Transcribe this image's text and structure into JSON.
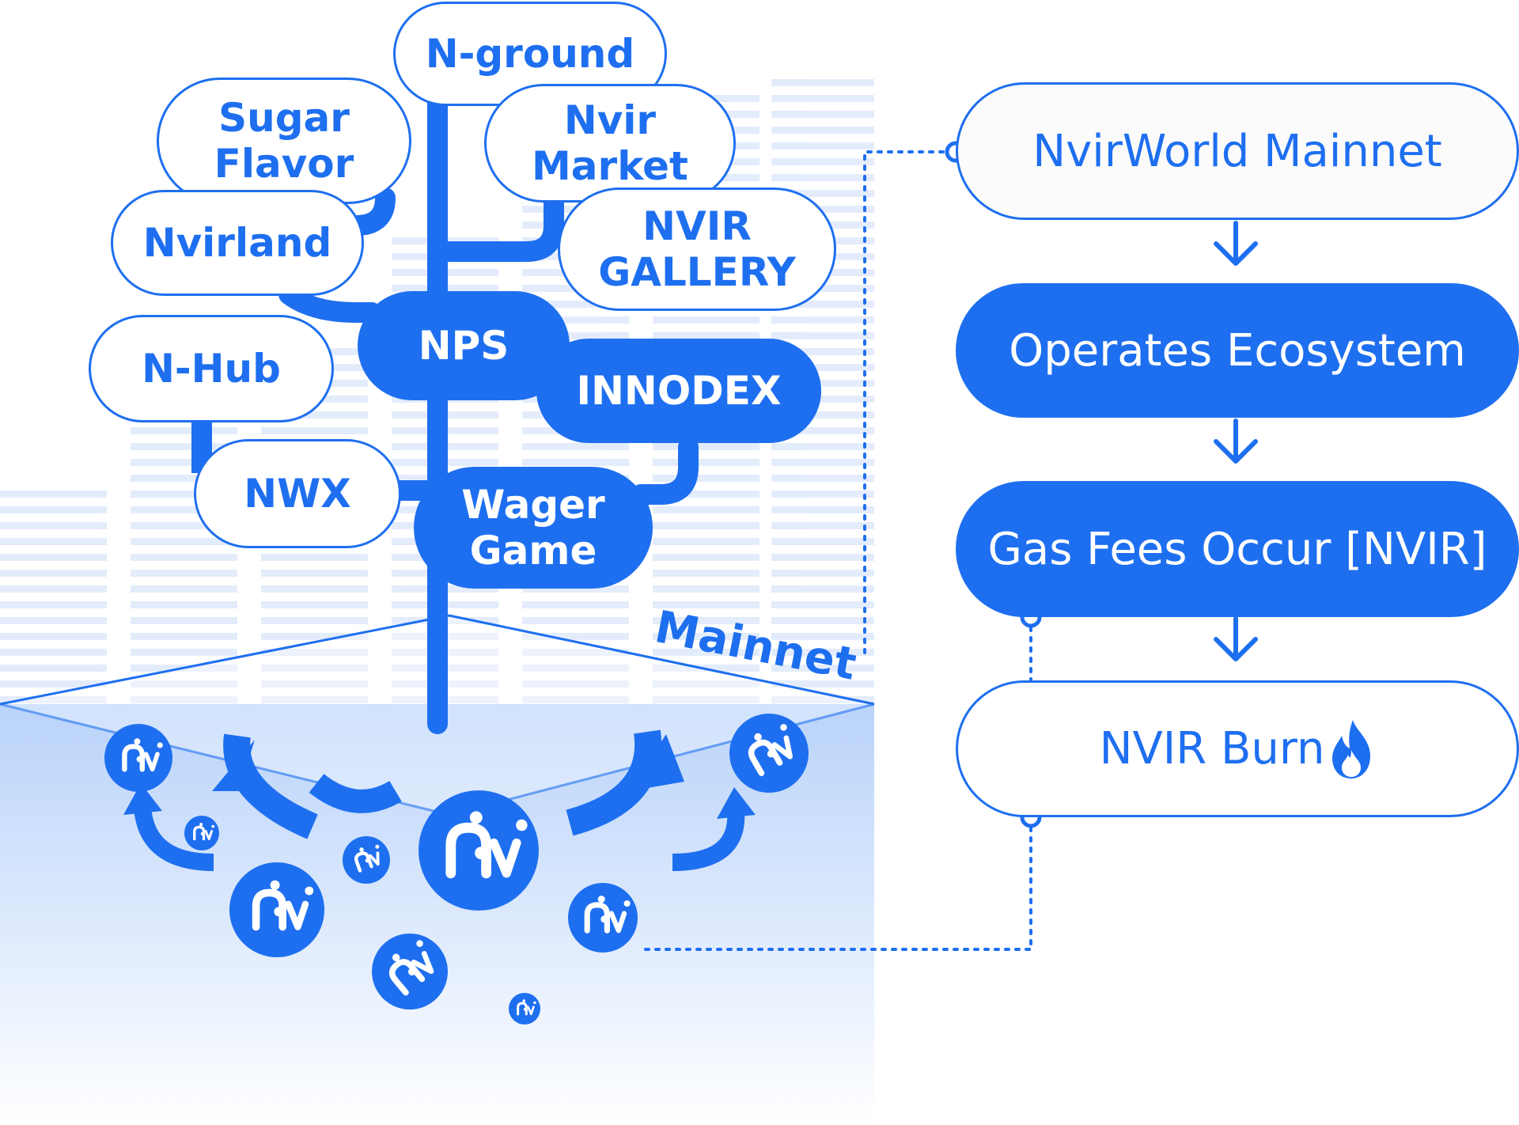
{
  "ecosystem_nodes": [
    {
      "id": "n-ground",
      "label": "N-ground",
      "style": "outline"
    },
    {
      "id": "sugar-flavor",
      "label": "Sugar\nFlavor",
      "style": "outline"
    },
    {
      "id": "nvir-market",
      "label": "Nvir\nMarket",
      "style": "outline"
    },
    {
      "id": "nvirland",
      "label": "Nvirland",
      "style": "outline"
    },
    {
      "id": "nvir-gallery",
      "label": "NVIR\nGALLERY",
      "style": "outline"
    },
    {
      "id": "nps",
      "label": "NPS",
      "style": "filled"
    },
    {
      "id": "n-hub",
      "label": "N-Hub",
      "style": "outline"
    },
    {
      "id": "innodex",
      "label": "INNODEX",
      "style": "filled"
    },
    {
      "id": "nwx",
      "label": "NWX",
      "style": "outline"
    },
    {
      "id": "wager-game",
      "label": "Wager\nGame",
      "style": "filled"
    }
  ],
  "platform_label": "Mainnet",
  "flow_steps": [
    {
      "id": "nvirworld-mainnet",
      "label": "NvirWorld Mainnet",
      "style": "soft"
    },
    {
      "id": "operates-ecosystem",
      "label": "Operates Ecosystem",
      "style": "filled"
    },
    {
      "id": "gas-fees-occur",
      "label": "Gas Fees Occur [NVIR]",
      "style": "filled"
    },
    {
      "id": "nvir-burn",
      "label": "NVIR Burn",
      "style": "outline",
      "icon": "flame-icon"
    }
  ],
  "token_logo_text": "n:vi",
  "colors": {
    "primary": "#1e6ff0",
    "outline_bg": "#ffffff",
    "soft_bg": "#fbfbfb",
    "stripe": "#dfe9fb",
    "gradient_top": "#b9d3fa"
  }
}
